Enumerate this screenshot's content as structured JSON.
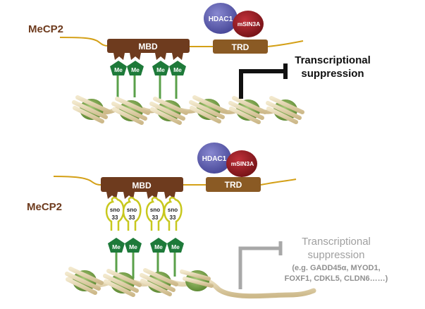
{
  "panels": [
    {
      "protein_label": "MeCP2",
      "mbd_label": "MBD",
      "trd_label": "TRD",
      "hdac_label": "HDAC1",
      "msin_label": "mSIN3A",
      "me_labels": [
        "Me",
        "Me",
        "Me",
        "Me"
      ],
      "result_line1": "Transcriptional",
      "result_line2": "suppression"
    },
    {
      "protein_label": "MeCP2",
      "mbd_label": "MBD",
      "trd_label": "TRD",
      "hdac_label": "HDAC1",
      "msin_label": "mSIN3A",
      "sno_labels": [
        [
          "sno",
          "33"
        ],
        [
          "sno",
          "33"
        ],
        [
          "sno",
          "33"
        ],
        [
          "sno",
          "33"
        ]
      ],
      "me_labels": [
        "Me",
        "Me",
        "Me",
        "Me"
      ],
      "result_line1": "Transcriptional",
      "result_line2": "suppression",
      "example_line1": "(e.g. GADD45α, MYOD1,",
      "example_line2": "FOXF1, CDKL5, CLDN6……)"
    }
  ],
  "colors": {
    "mbd": "#6e3b1e",
    "trd": "#8a5a24",
    "strand": "#d4a017",
    "hdac": "#6a6ab8",
    "msin": "#a01c24",
    "me": "#1e7a3a",
    "sno": "#c8c81e",
    "nucleosome": "#7ea84a",
    "dna": "#e6d9b4",
    "active_arrow": "#111111",
    "inactive_arrow": "#a8a8a8",
    "mecp2_text": "#6e3b1e"
  }
}
